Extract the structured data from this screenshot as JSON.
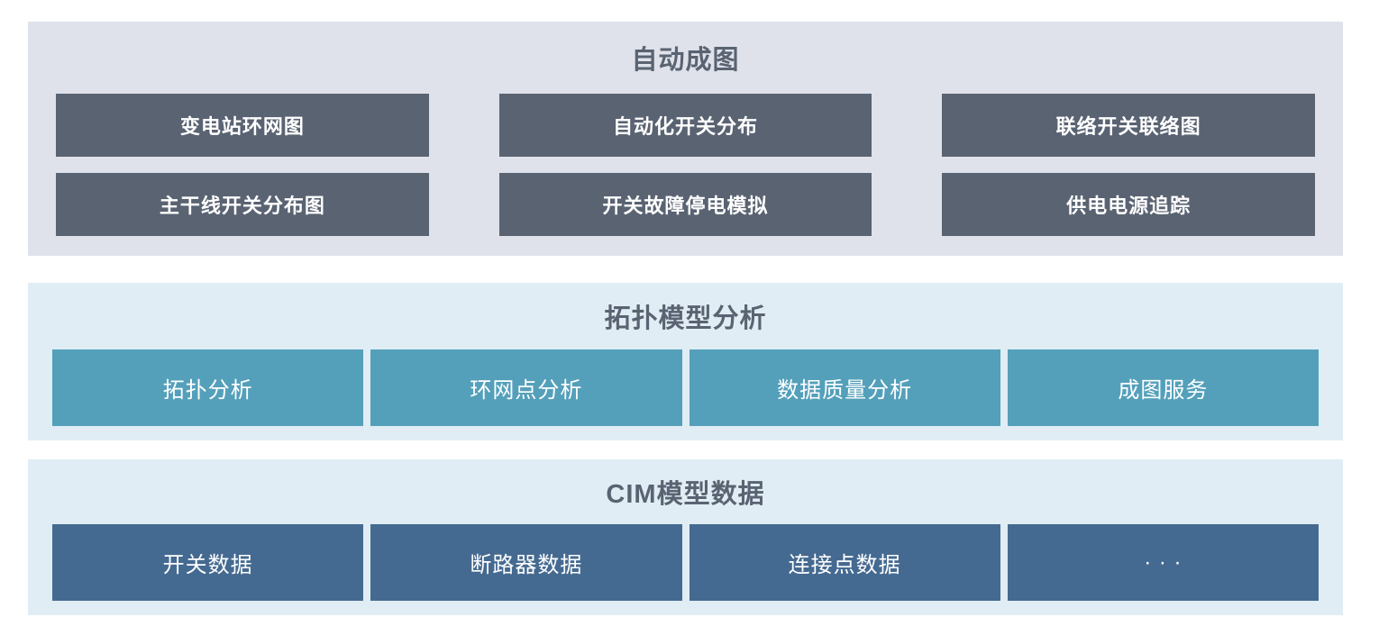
{
  "theme": {
    "page_background": "#ffffff",
    "title_color": "#5a6372",
    "button_text_color": "#ffffff"
  },
  "sections": [
    {
      "id": "auto-diagram-layer",
      "title": "自动成图",
      "background": "#dfe2ea",
      "button_color": "#5a6372",
      "buttons": [
        "变电站环网图",
        "自动化开关分布",
        "联络开关联络图",
        "主干线开关分布图",
        "开关故障停电模拟",
        "供电电源追踪"
      ]
    },
    {
      "id": "topology-model-analysis-layer",
      "title": "拓扑模型分析",
      "background": "#e0edf4",
      "button_color": "#54a0ba",
      "buttons": [
        "拓扑分析",
        "环网点分析",
        "数据质量分析",
        "成图服务"
      ]
    },
    {
      "id": "cim-model-data-layer",
      "title": "CIM模型数据",
      "background": "#e0edf4",
      "button_color": "#456a91",
      "buttons": [
        "开关数据",
        "断路器数据",
        "连接点数据",
        "· · ·"
      ]
    }
  ]
}
